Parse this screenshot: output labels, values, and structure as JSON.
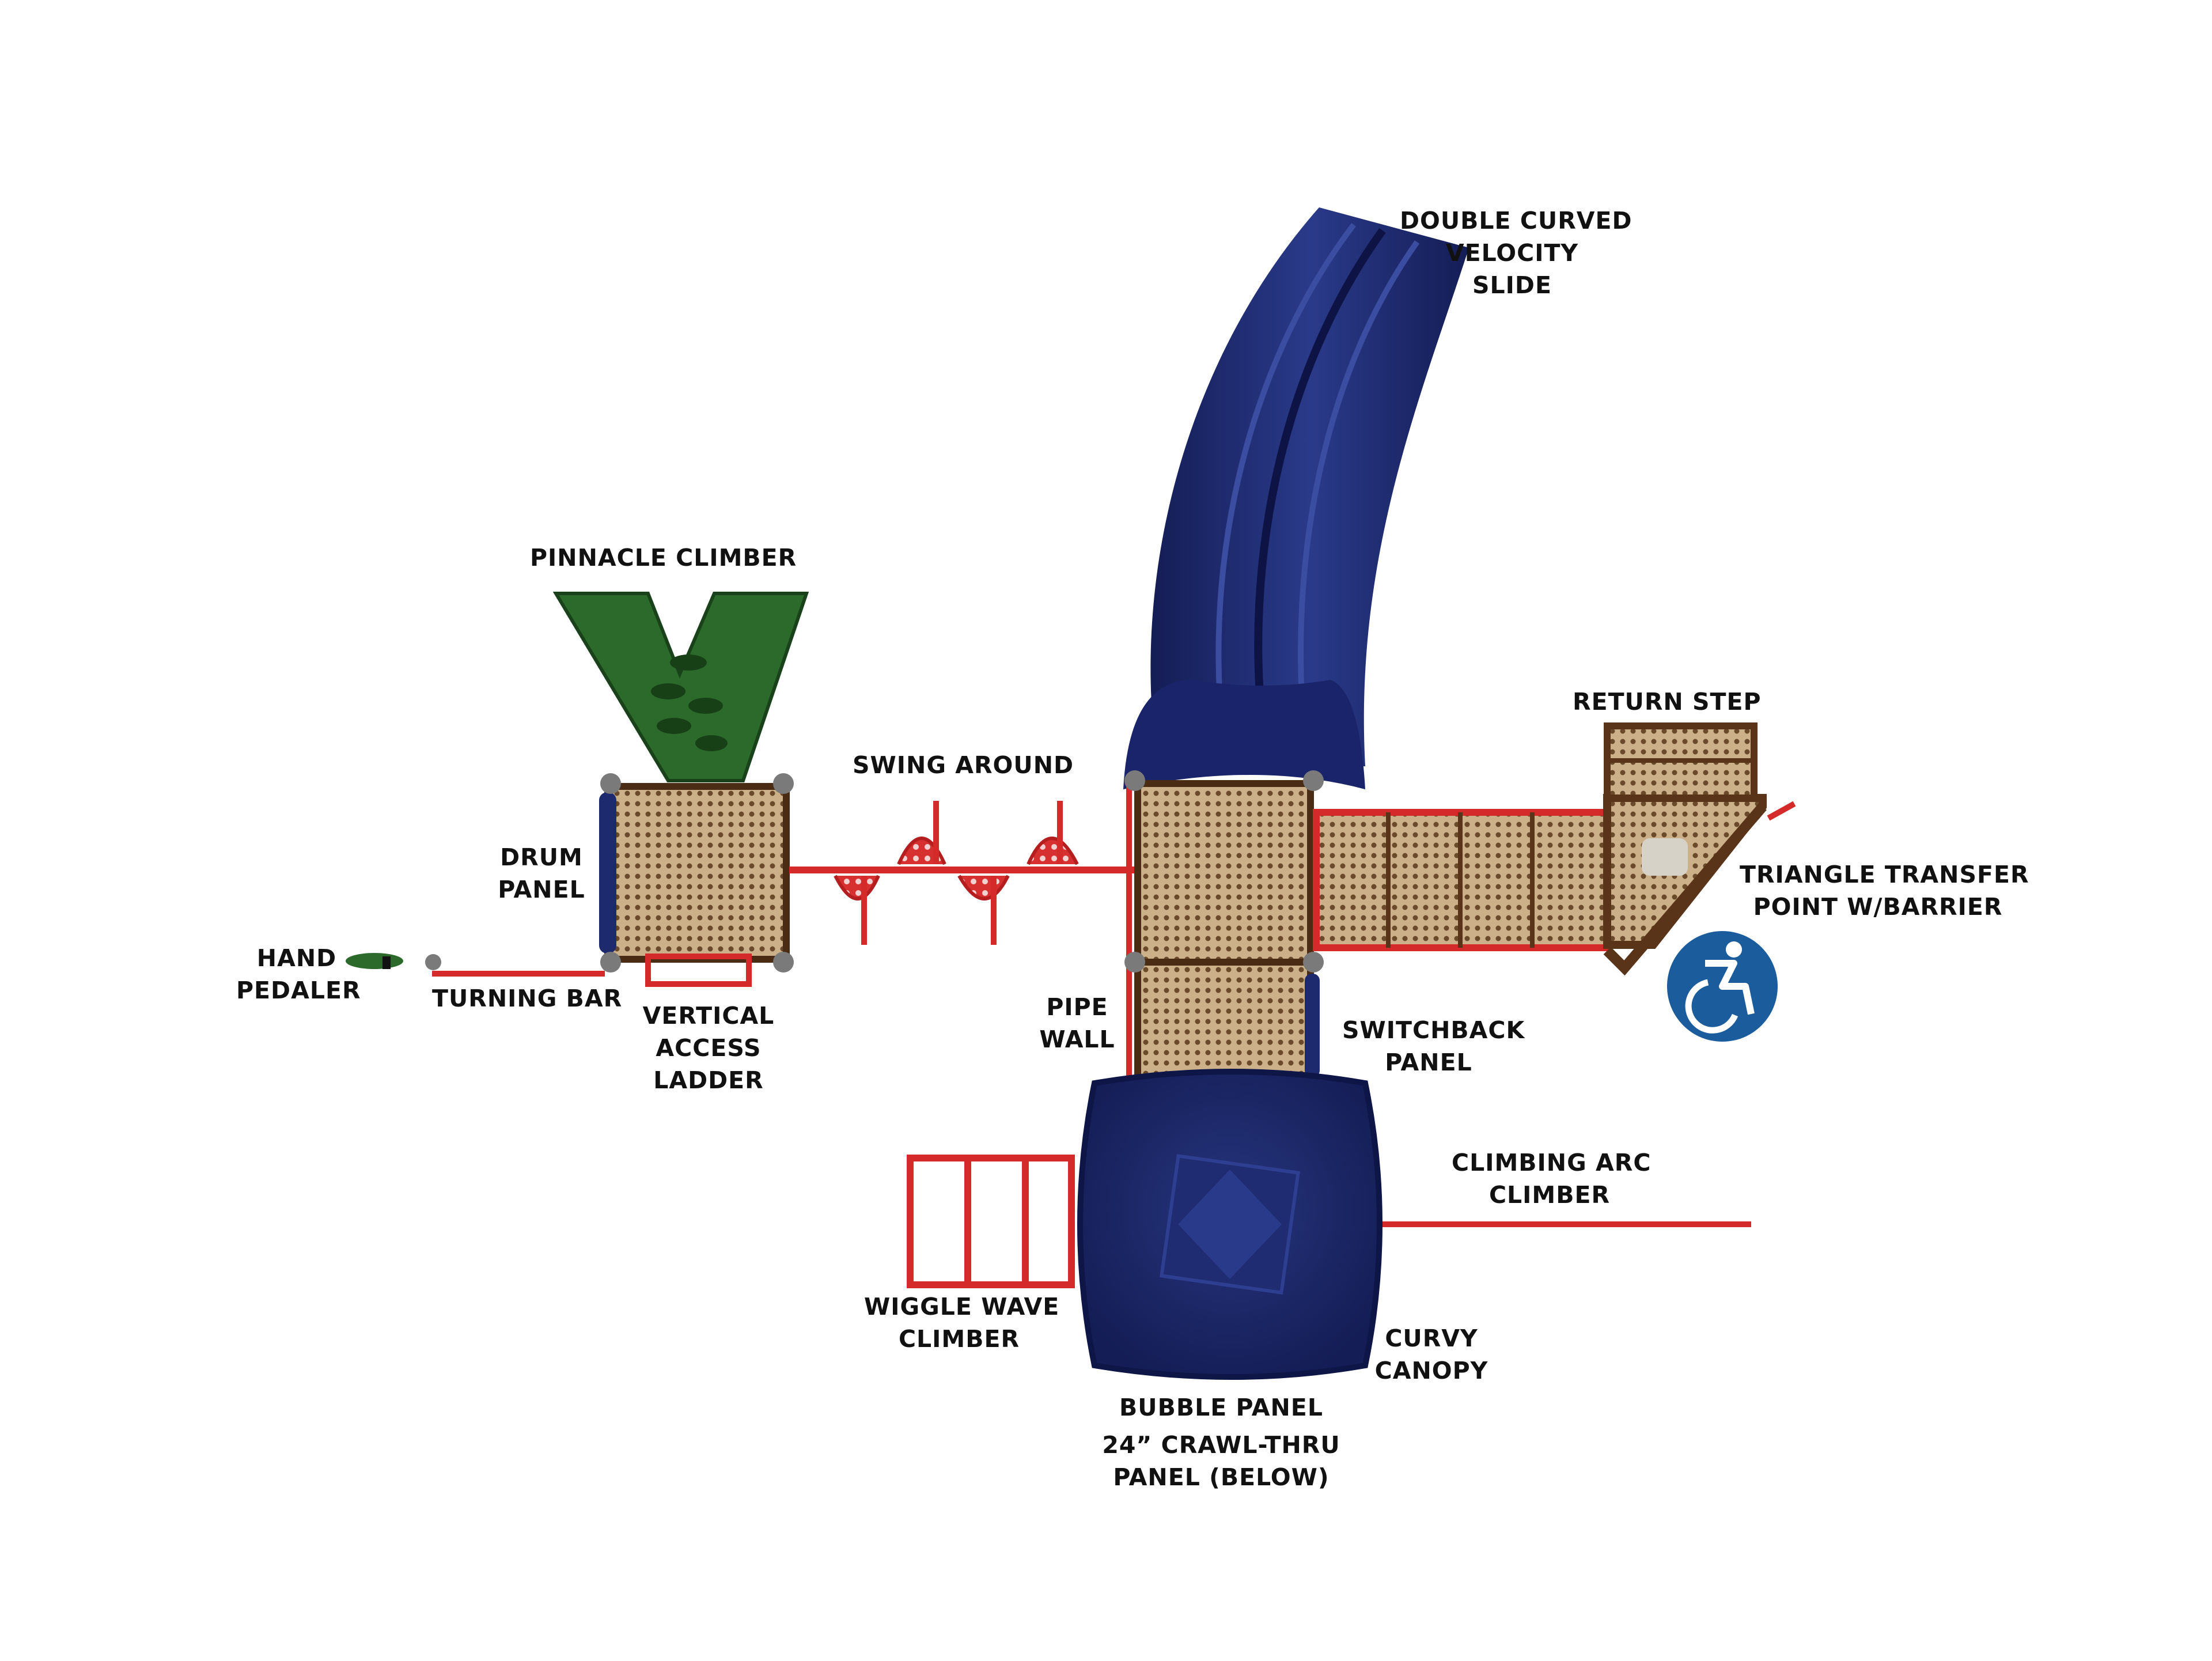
{
  "labels": {
    "slide": [
      "DOUBLE CURVED",
      "VELOCITY",
      "SLIDE"
    ],
    "pinnacle": [
      "PINNACLE CLIMBER"
    ],
    "return_step": [
      "RETURN STEP"
    ],
    "swing_around": [
      "SWING AROUND"
    ],
    "drum_panel": [
      "DRUM",
      "PANEL"
    ],
    "triangle": [
      "TRIANGLE TRANSFER",
      "POINT W/BARRIER"
    ],
    "hand_pedaler": [
      "HAND",
      "PEDALER"
    ],
    "turning_bar": [
      "TURNING BAR"
    ],
    "vertical_ladder": [
      "VERTICAL",
      "ACCESS",
      "LADDER"
    ],
    "pipe_wall": [
      "PIPE",
      "WALL"
    ],
    "switchback": [
      "SWITCHBACK",
      "PANEL"
    ],
    "climbing_arc": [
      "CLIMBING ARC",
      "CLIMBER"
    ],
    "wiggle_wave": [
      "WIGGLE WAVE",
      "CLIMBER"
    ],
    "curvy_canopy": [
      "CURVY",
      "CANOPY"
    ],
    "bubble_panel": [
      "BUBBLE PANEL"
    ],
    "crawl_thru": [
      "24” CRAWL-THRU",
      "PANEL (BELOW)"
    ]
  },
  "icons": {
    "accessibility": "wheelchair-icon"
  },
  "colors": {
    "slide_blue": "#1e2a6e",
    "climber_green": "#2e6b2e",
    "pipe_red": "#d42a2a",
    "deck_brown": "#5a3418",
    "deck_tan": "#c8ab82",
    "access_blue": "#1b5c9c"
  }
}
